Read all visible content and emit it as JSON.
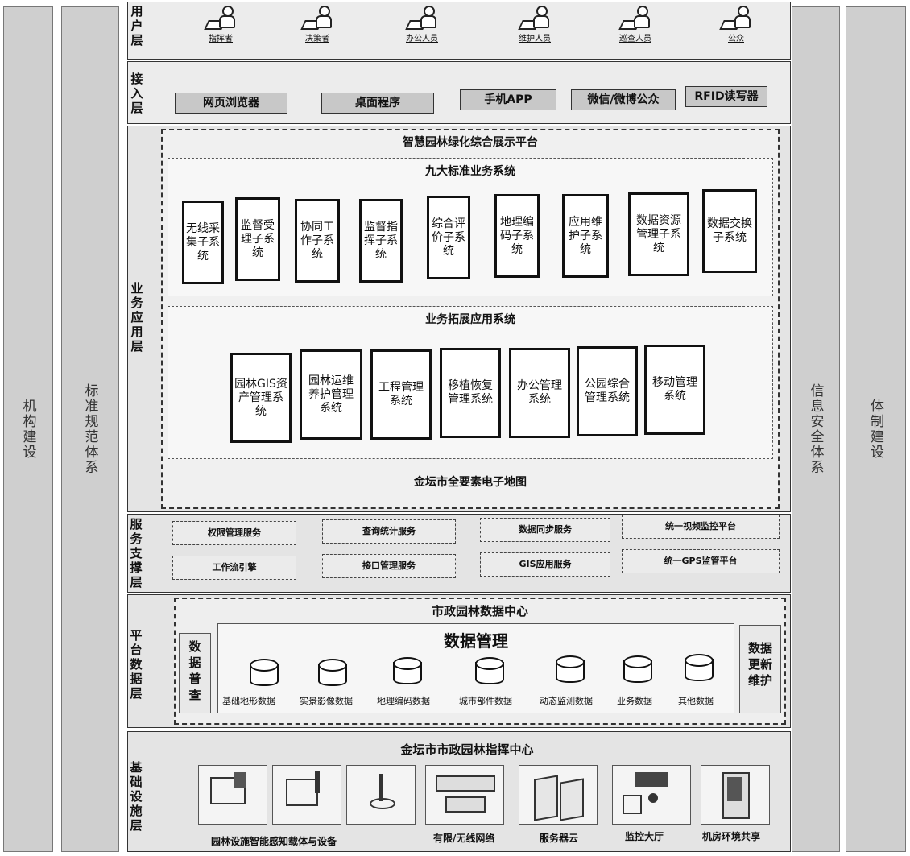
{
  "pillars": {
    "left1": "机构建设",
    "left2": "标准规范体系",
    "right1": "信息安全体系",
    "right2": "体制建设"
  },
  "user_layer": {
    "label": "用户层",
    "users": [
      "指挥者",
      "决策者",
      "办公人员",
      "维护人员",
      "巡查人员",
      "公众"
    ]
  },
  "access_layer": {
    "label": "接入层",
    "items": [
      "网页浏览器",
      "桌面程序",
      "手机APP",
      "微信/微博公众",
      "RFID读写器"
    ]
  },
  "business_layer": {
    "label": "业务应用层",
    "platform_title": "智慧园林绿化综合展示平台",
    "standard_title": "九大标准业务系统",
    "standard_systems": [
      "无线采集子系统",
      "监督受理子系统",
      "协同工作子系统",
      "监督指挥子系统",
      "综合评价子系统",
      "地理编码子系统",
      "应用维护子系统",
      "数据资源管理子系统",
      "数据交换子系统"
    ],
    "extension_title": "业务拓展应用系统",
    "extension_systems": [
      "园林GIS资产管理系统",
      "园林运维养护管理系统",
      "工程管理系统",
      "移植恢复管理系统",
      "办公管理系统",
      "公园综合管理系统",
      "移动管理系统"
    ],
    "map_title": "金坛市全要素电子地图"
  },
  "service_layer": {
    "label": "服务支撑层",
    "row1": [
      "权限管理服务",
      "查询统计服务",
      "数据同步服务",
      "统一视频监控平台"
    ],
    "row2": [
      "工作流引擎",
      "接口管理服务",
      "GIS应用服务",
      "统一GPS监管平台"
    ]
  },
  "data_layer": {
    "label": "平台数据层",
    "center_title": "市政园林数据中心",
    "left_box": "数据普查",
    "mgmt_title": "数据管理",
    "right_box": "数据更新维护",
    "databases": [
      "基础地形数据",
      "实景影像数据",
      "地理编码数据",
      "城市部件数据",
      "动态监测数据",
      "业务数据",
      "其他数据"
    ]
  },
  "infra_layer": {
    "label": "基础设施层",
    "center_title": "金坛市市政园林指挥中心",
    "groups": [
      "园林设施智能感知载体与设备",
      "有限/无线网络",
      "服务器云",
      "监控大厅",
      "机房环境共享"
    ]
  }
}
